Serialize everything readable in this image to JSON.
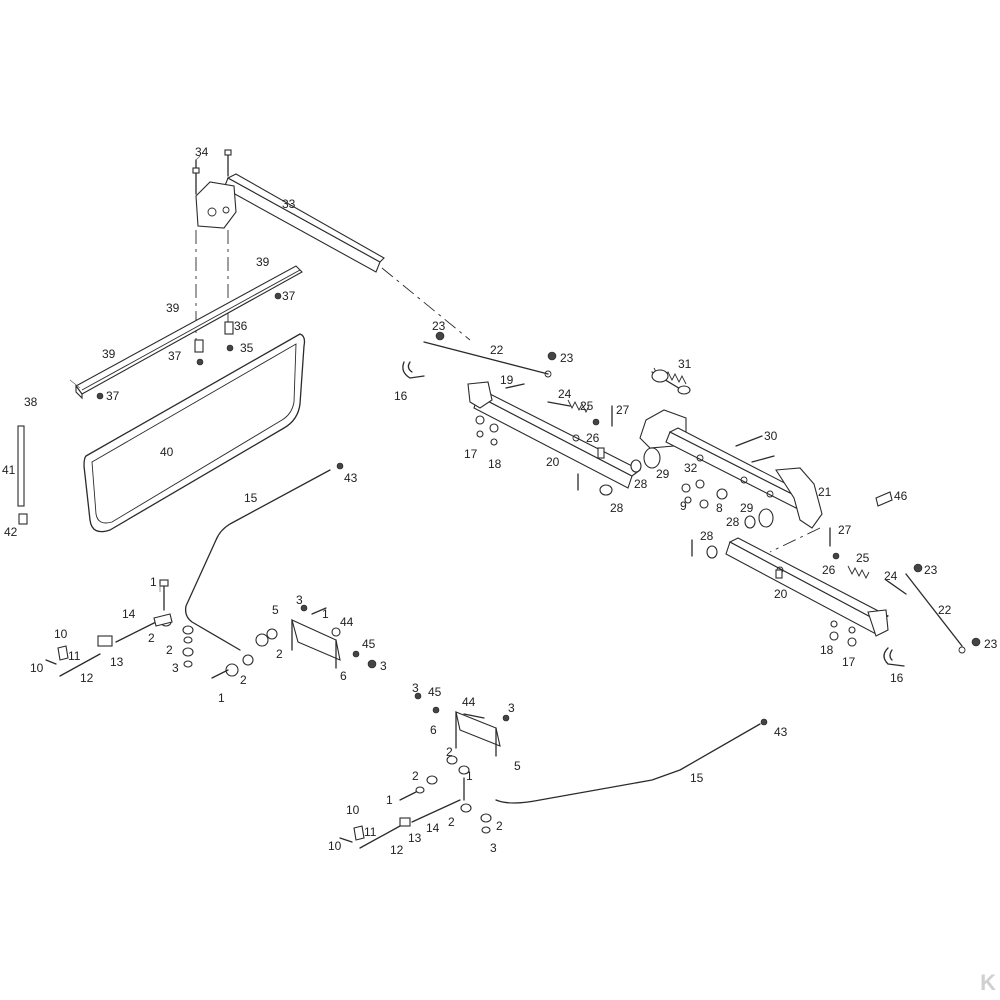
{
  "diagram": {
    "brand_mark": "K",
    "callouts": [
      {
        "id": "c34a",
        "label": "34"
      },
      {
        "id": "c33",
        "label": "33"
      },
      {
        "id": "c39a",
        "label": "39"
      },
      {
        "id": "c37a",
        "label": "37"
      },
      {
        "id": "c39b",
        "label": "39"
      },
      {
        "id": "c36",
        "label": "36"
      },
      {
        "id": "c37b",
        "label": "37"
      },
      {
        "id": "c35",
        "label": "35"
      },
      {
        "id": "c39c",
        "label": "39"
      },
      {
        "id": "c37c",
        "label": "37"
      },
      {
        "id": "c38",
        "label": "38"
      },
      {
        "id": "c41",
        "label": "41"
      },
      {
        "id": "c42",
        "label": "42"
      },
      {
        "id": "c40",
        "label": "40"
      },
      {
        "id": "c23a",
        "label": "23"
      },
      {
        "id": "c22a",
        "label": "22"
      },
      {
        "id": "c23b",
        "label": "23"
      },
      {
        "id": "c31",
        "label": "31"
      },
      {
        "id": "c16a",
        "label": "16"
      },
      {
        "id": "c19",
        "label": "19"
      },
      {
        "id": "c24a",
        "label": "24"
      },
      {
        "id": "c25a",
        "label": "25"
      },
      {
        "id": "c27a",
        "label": "27"
      },
      {
        "id": "c26a",
        "label": "26"
      },
      {
        "id": "c17a",
        "label": "17"
      },
      {
        "id": "c18a",
        "label": "18"
      },
      {
        "id": "c20a",
        "label": "20"
      },
      {
        "id": "c30",
        "label": "30"
      },
      {
        "id": "c29a",
        "label": "29"
      },
      {
        "id": "c32",
        "label": "32"
      },
      {
        "id": "c28a",
        "label": "28"
      },
      {
        "id": "c28b",
        "label": "28"
      },
      {
        "id": "c9",
        "label": "9"
      },
      {
        "id": "c8",
        "label": "8"
      },
      {
        "id": "c21",
        "label": "21"
      },
      {
        "id": "c46",
        "label": "46"
      },
      {
        "id": "c29b",
        "label": "29"
      },
      {
        "id": "c28c",
        "label": "28"
      },
      {
        "id": "c28d",
        "label": "28"
      },
      {
        "id": "c27b",
        "label": "27"
      },
      {
        "id": "c26b",
        "label": "26"
      },
      {
        "id": "c25b",
        "label": "25"
      },
      {
        "id": "c24b",
        "label": "24"
      },
      {
        "id": "c23c",
        "label": "23"
      },
      {
        "id": "c20b",
        "label": "20"
      },
      {
        "id": "c22b",
        "label": "22"
      },
      {
        "id": "c23d",
        "label": "23"
      },
      {
        "id": "c18b",
        "label": "18"
      },
      {
        "id": "c17b",
        "label": "17"
      },
      {
        "id": "c16b",
        "label": "16"
      },
      {
        "id": "c43a",
        "label": "43"
      },
      {
        "id": "c15a",
        "label": "15"
      },
      {
        "id": "c1a",
        "label": "1"
      },
      {
        "id": "c14a",
        "label": "14"
      },
      {
        "id": "c2a",
        "label": "2"
      },
      {
        "id": "c2b",
        "label": "2"
      },
      {
        "id": "c3a",
        "label": "3"
      },
      {
        "id": "c10a",
        "label": "10"
      },
      {
        "id": "c11a",
        "label": "11"
      },
      {
        "id": "c10b",
        "label": "10"
      },
      {
        "id": "c13a",
        "label": "13"
      },
      {
        "id": "c12a",
        "label": "12"
      },
      {
        "id": "c5a",
        "label": "5"
      },
      {
        "id": "c3b",
        "label": "3"
      },
      {
        "id": "c1b",
        "label": "1"
      },
      {
        "id": "c44a",
        "label": "44"
      },
      {
        "id": "c45a",
        "label": "45"
      },
      {
        "id": "c3c",
        "label": "3"
      },
      {
        "id": "c6a",
        "label": "6"
      },
      {
        "id": "c2c",
        "label": "2"
      },
      {
        "id": "c2d",
        "label": "2"
      },
      {
        "id": "c1c",
        "label": "1"
      },
      {
        "id": "c3d",
        "label": "3"
      },
      {
        "id": "c45b",
        "label": "45"
      },
      {
        "id": "c44b",
        "label": "44"
      },
      {
        "id": "c3e",
        "label": "3"
      },
      {
        "id": "c6b",
        "label": "6"
      },
      {
        "id": "c5b",
        "label": "5"
      },
      {
        "id": "c43b",
        "label": "43"
      },
      {
        "id": "c15b",
        "label": "15"
      },
      {
        "id": "c2e",
        "label": "2"
      },
      {
        "id": "c2f",
        "label": "2"
      },
      {
        "id": "c1d",
        "label": "1"
      },
      {
        "id": "c1e",
        "label": "1"
      },
      {
        "id": "c10c",
        "label": "10"
      },
      {
        "id": "c11b",
        "label": "11"
      },
      {
        "id": "c14b",
        "label": "14"
      },
      {
        "id": "c2g",
        "label": "2"
      },
      {
        "id": "c2h",
        "label": "2"
      },
      {
        "id": "c13b",
        "label": "13"
      },
      {
        "id": "c10d",
        "label": "10"
      },
      {
        "id": "c12b",
        "label": "12"
      },
      {
        "id": "c3f",
        "label": "3"
      }
    ]
  }
}
